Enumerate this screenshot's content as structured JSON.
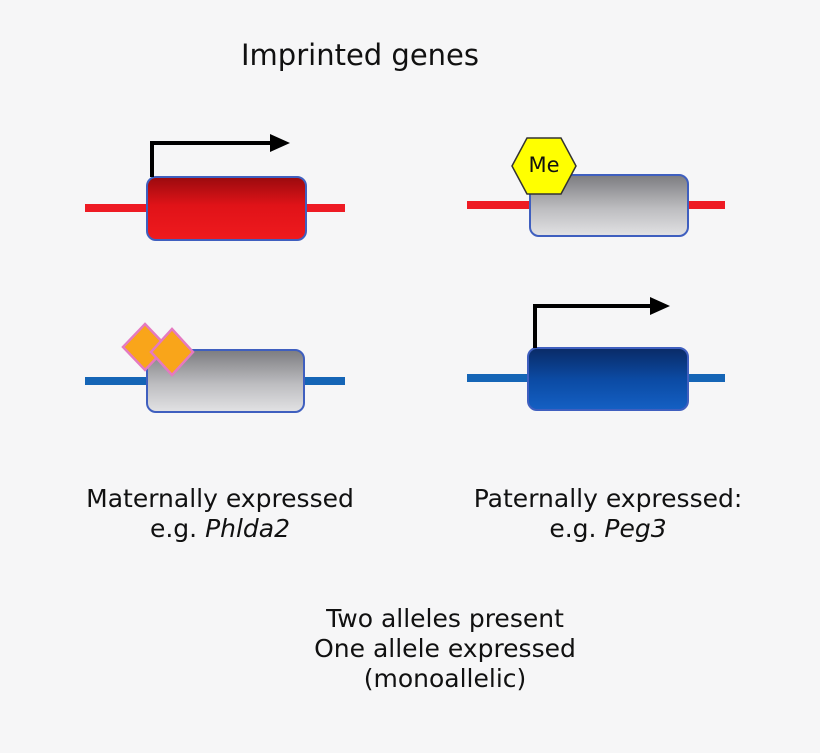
{
  "title": "Imprinted genes",
  "methyl_label": "Me",
  "captions": {
    "maternal": {
      "line1": "Maternally expressed",
      "prefix": "e.g. ",
      "gene": "Phlda2"
    },
    "paternal": {
      "line1": "Paternally expressed:",
      "prefix": "e.g. ",
      "gene": "Peg3"
    },
    "summary": [
      "Two alleles present",
      "One allele expressed",
      "(monoallelic)"
    ]
  },
  "colors": {
    "maternal_strand": "#ee1b24",
    "paternal_strand": "#1565b6",
    "active_maternal_gene": "#dd1a1c",
    "active_paternal_gene": "#0b4aa3",
    "silenced_gene": "#b8b8bc",
    "methyl_hexagon": "#ffff00",
    "imprint_mark": "#f9a51a",
    "imprint_mark_border": "#e57ac0"
  },
  "icons": [
    "transcription-arrow",
    "methyl-hexagon",
    "imprint-diamond"
  ]
}
